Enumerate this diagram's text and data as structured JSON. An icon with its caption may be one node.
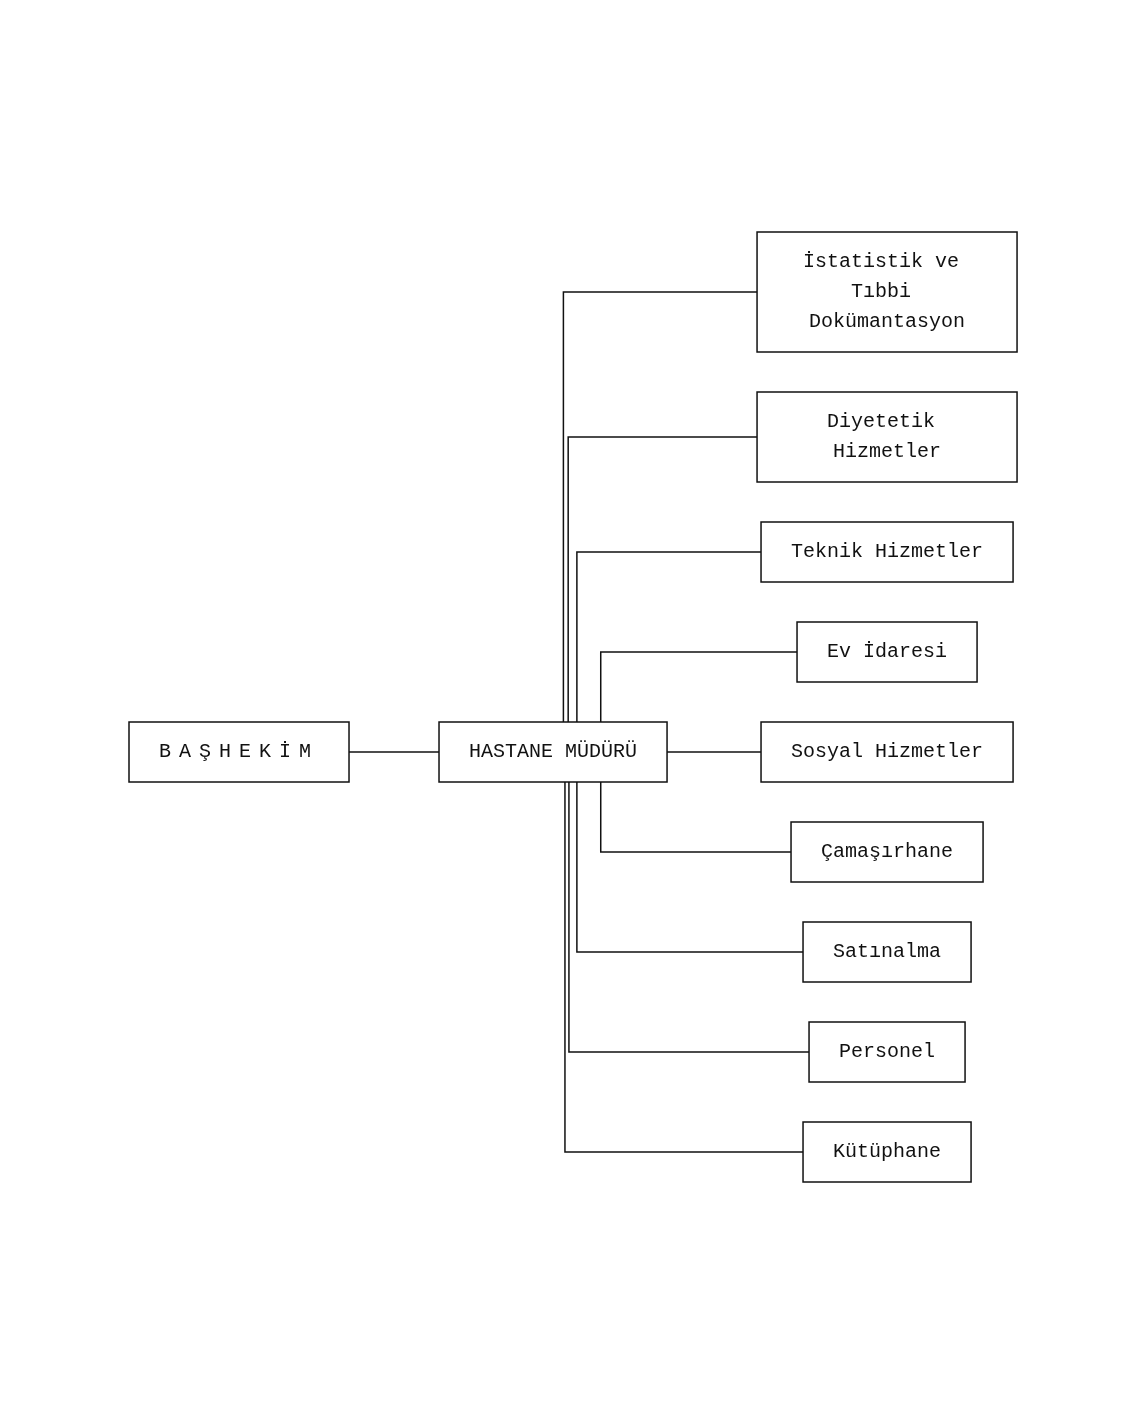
{
  "diagram": {
    "nodes": [
      {
        "text": [
          "BAŞHEKİM"
        ]
      },
      {
        "text": [
          "HASTANE MÜDÜRÜ"
        ]
      },
      {
        "text": [
          "İstatistik ve Tıbbi Dokümantasyon"
        ]
      },
      {
        "text": [
          "Diyetetik Hizmetler"
        ]
      },
      {
        "text": [
          "Teknik Hizmetler"
        ]
      },
      {
        "text": [
          "Ev İdaresi"
        ]
      },
      {
        "text": [
          "Sosyal Hizmetler"
        ]
      },
      {
        "text": [
          "Çamaşırhane"
        ]
      },
      {
        "text": [
          "Satınalma"
        ]
      },
      {
        "text": [
          "Personel"
        ]
      },
      {
        "text": [
          "Kütüphane"
        ]
      }
    ],
    "edges": [
      {
        "from": 0,
        "to": 1,
        "arrow": "none"
      },
      {
        "from": 1,
        "to": 2,
        "arrow": "none"
      },
      {
        "from": 1,
        "to": 3,
        "arrow": "none"
      },
      {
        "from": 1,
        "to": 4,
        "arrow": "none"
      },
      {
        "from": 1,
        "to": 5,
        "arrow": "none"
      },
      {
        "from": 1,
        "to": 6,
        "arrow": "none"
      },
      {
        "from": 1,
        "to": 7,
        "arrow": "none"
      },
      {
        "from": 1,
        "to": 8,
        "arrow": "none"
      },
      {
        "from": 1,
        "to": 9,
        "arrow": "none"
      },
      {
        "from": 1,
        "to": 10,
        "arrow": "none"
      }
    ]
  }
}
